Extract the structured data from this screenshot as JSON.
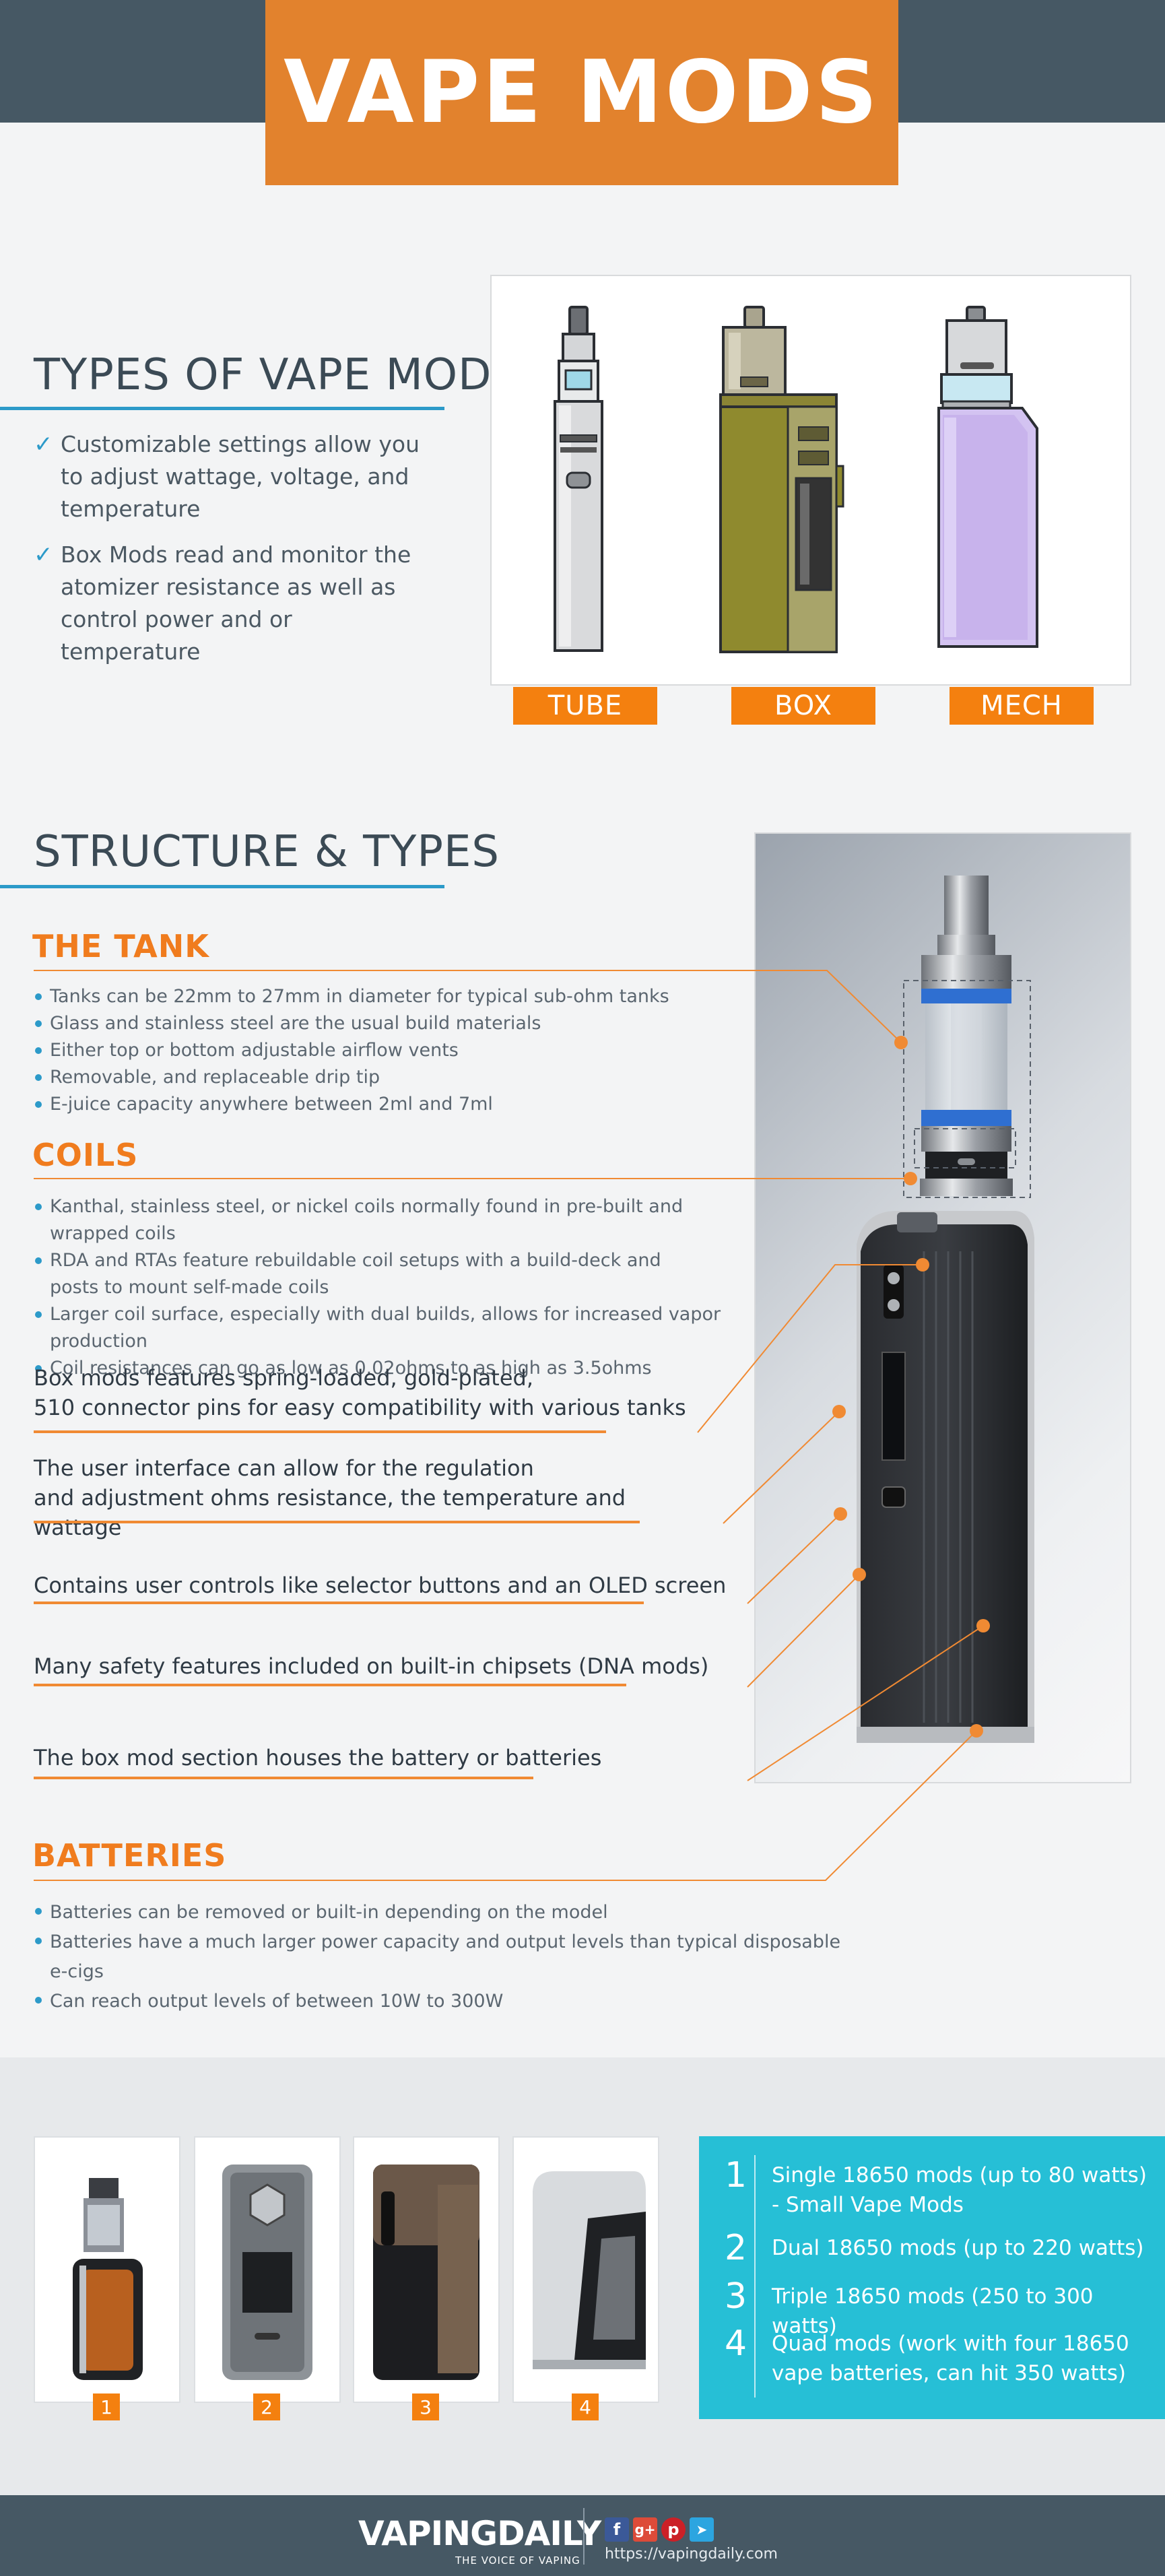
{
  "header": {
    "title": "VAPE MODS"
  },
  "types": {
    "heading": "TYPES OF VAPE MODS",
    "points": [
      "Customizable settings allow you to adjust wattage, voltage, and temperature",
      "Box Mods read and monitor the atomizer resistance as well as control power and or temperature"
    ],
    "labels": [
      "TUBE",
      "BOX",
      "MECH"
    ],
    "colors": {
      "tube_body": "#d9dadc",
      "box_body": "#8f8a2e",
      "mech_body": "#c8b3ec"
    }
  },
  "structure": {
    "heading": "STRUCTURE & TYPES",
    "tank": {
      "title": "THE TANK",
      "bullets": [
        "Tanks can be 22mm to 27mm in diameter for typical sub-ohm tanks",
        "Glass and stainless steel are the usual build materials",
        "Either top or bottom adjustable airflow vents",
        "Removable, and replaceable drip tip",
        "E-juice capacity anywhere between 2ml and 7ml"
      ]
    },
    "coils": {
      "title": "COILS",
      "bullets": [
        "Kanthal, stainless steel, or nickel coils normally found in pre-built and wrapped coils",
        "RDA and RTAs feature rebuildable coil setups with a build-deck and posts to mount self-made coils",
        "Larger coil surface, especially with dual builds, allows for increased vapor production",
        "Coil resistances can go as low as 0.02ohms to as high as 3.5ohms"
      ]
    },
    "features": [
      {
        "line1": "Box mods features spring-loaded, gold-plated,",
        "line2": "510 connector pins for easy compatibility with various tanks"
      },
      {
        "line1": "The user interface can allow for the regulation",
        "line2": "and adjustment ohms resistance, the temperature and wattage"
      },
      {
        "line1": "Contains user controls like selector buttons and an OLED screen",
        "line2": ""
      },
      {
        "line1": "Many safety features included on built-in chipsets (DNA mods)",
        "line2": ""
      },
      {
        "line1": "The box mod section houses the battery or batteries",
        "line2": ""
      }
    ],
    "batteries": {
      "title": "BATTERIES",
      "bullets": [
        "Batteries can be removed or built-in depending on the model",
        "Batteries have a much larger power capacity and output levels than typical disposable e-cigs",
        "Can reach output levels of between 10W to 300W"
      ]
    }
  },
  "products": {
    "numbers": [
      "1",
      "2",
      "3",
      "4"
    ],
    "list": [
      {
        "num": "1",
        "text": "Single 18650 mods (up to 80 watts) - Small Vape Mods"
      },
      {
        "num": "2",
        "text": "Dual 18650 mods (up to 220 watts)"
      },
      {
        "num": "3",
        "text": "Triple 18650 mods (250 to 300 watts)"
      },
      {
        "num": "4",
        "text": "Quad mods (work with four 18650 vape batteries, can hit 350 watts)"
      }
    ]
  },
  "footer": {
    "logo": "VAPINGDAILY",
    "tagline": "THE VOICE OF VAPING",
    "url": "https://vapingdaily.com",
    "social_icons": [
      "facebook-icon",
      "google-plus-icon",
      "pinterest-icon",
      "telegram-icon"
    ],
    "social_glyphs": [
      "f",
      "g+",
      "p",
      "➤"
    ],
    "social_colors": [
      "#3b5998",
      "#dd4b39",
      "#cb2027",
      "#2ca5e0"
    ]
  },
  "colors": {
    "accent_orange": "#e2822d",
    "accent_blue": "#2c9ac9",
    "header_bg": "#465864",
    "cyan": "#26bfd6"
  }
}
